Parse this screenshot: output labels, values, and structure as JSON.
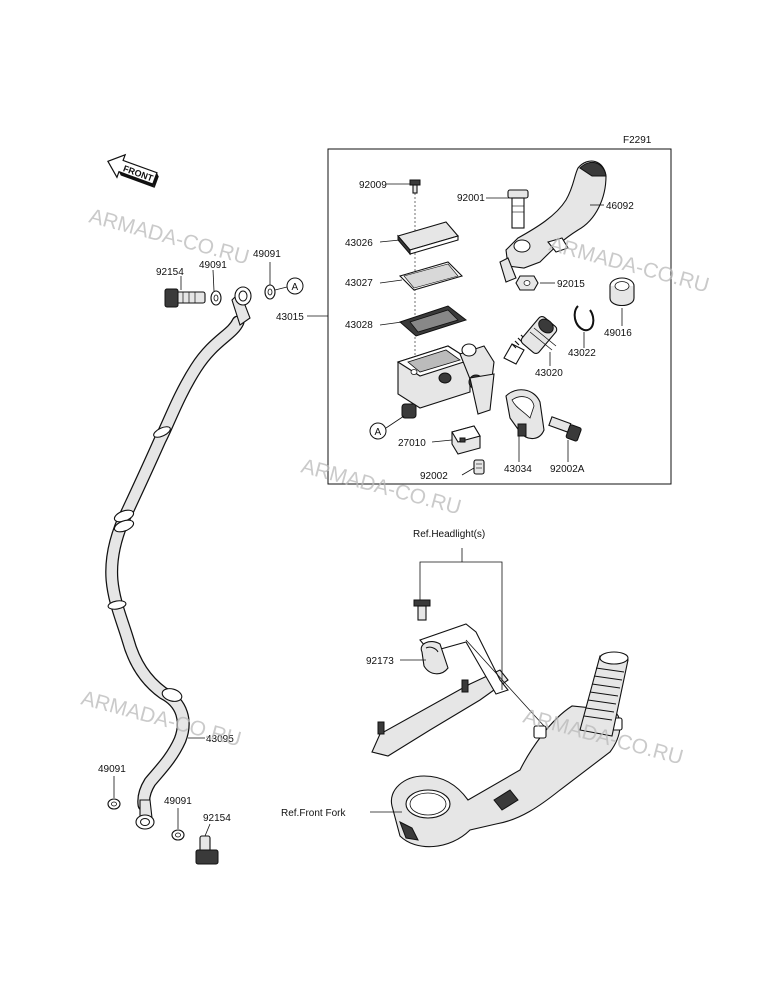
{
  "diagram_code": "F2291",
  "front_label": "FRONT",
  "connector_label": "A",
  "watermark": "ARMADA-CO.RU",
  "labels": {
    "p92009": "92009",
    "p92001": "92001",
    "p46092": "46092",
    "p43026": "43026",
    "p43027": "43027",
    "p43028": "43028",
    "p43015": "43015",
    "p92015": "92015",
    "p49016": "49016",
    "p43022": "43022",
    "p43020": "43020",
    "p27010": "27010",
    "p43034": "43034",
    "p92002": "92002",
    "p92002A": "92002A",
    "p92154_top": "92154",
    "p49091_top_a": "49091",
    "p49091_top_b": "49091",
    "p43095": "43095",
    "p49091_bot_a": "49091",
    "p49091_bot_b": "49091",
    "p92154_bot": "92154",
    "p92173": "92173",
    "ref_headlight": "Ref.Headlight(s)",
    "ref_front_fork": "Ref.Front Fork"
  }
}
